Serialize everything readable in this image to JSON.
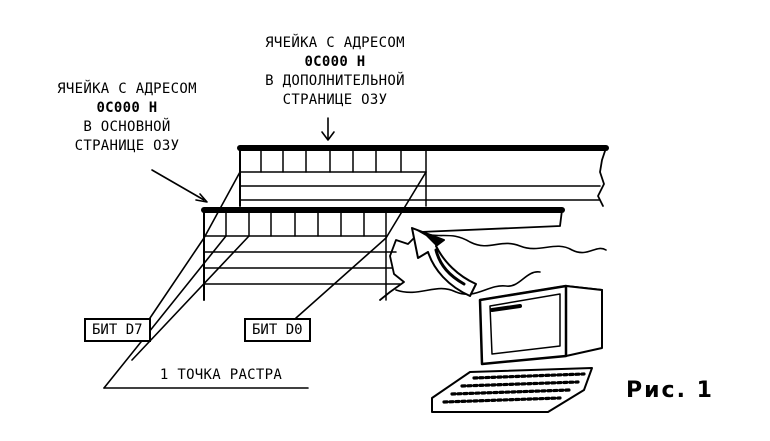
{
  "labels": {
    "extra_page_cell": {
      "line1": "ЯЧЕЙКА С АДРЕСОМ",
      "line2": "0С000 Н",
      "line3": "В ДОПОЛНИТЕЛЬНОЙ",
      "line4": "СТРАНИЦЕ ОЗУ"
    },
    "main_page_cell": {
      "line1": "ЯЧЕЙКА С АДРЕСОМ",
      "line2": "0С000 Н",
      "line3": "В ОСНОВНОЙ",
      "line4": "СТРАНИЦЕ ОЗУ"
    },
    "bit_d7": "БИТ D7",
    "bit_d0": "БИТ D0",
    "raster_point": "1 ТОЧКА РАСТРА"
  },
  "figure_caption": "Рис. 1"
}
